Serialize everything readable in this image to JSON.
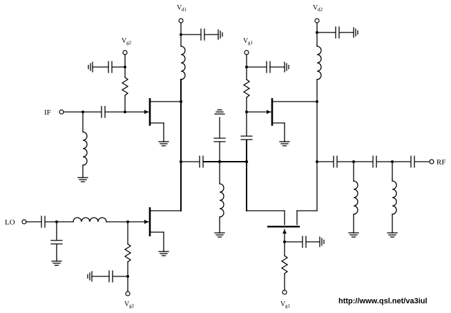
{
  "labels": {
    "IF": "IF",
    "LO": "LO",
    "RF": "RF",
    "Vd1": "V",
    "Vd1_sub": "d1",
    "Vd2": "V",
    "Vd2_sub": "d2",
    "Vg1a": "V",
    "Vg1a_sub": "g1",
    "Vg2a": "V",
    "Vg2a_sub": "g2",
    "Vg2b": "V",
    "Vg2b_sub": "g2",
    "Vg1b": "V",
    "Vg1b_sub": "g1"
  },
  "watermark": "http://www.qsl.net/va3iul",
  "colors": {
    "ink": "#000000",
    "background": "#ffffff"
  }
}
